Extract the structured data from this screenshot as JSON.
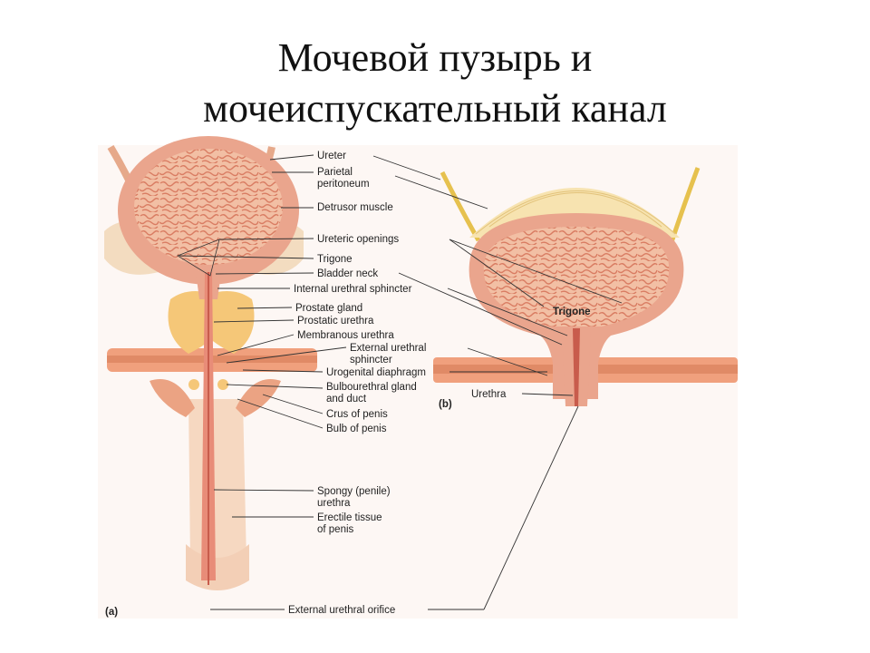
{
  "title": {
    "line1": "Мочевой пузырь и",
    "line2": "мочеиспускательный канал"
  },
  "figure": {
    "panel_a": "(a)",
    "panel_b": "(b)",
    "labels": {
      "ureter": "Ureter",
      "parietal1": "Parietal",
      "parietal2": "peritoneum",
      "detrusor": "Detrusor muscle",
      "ureteric_openings": "Ureteric openings",
      "trigone": "Trigone",
      "bladder_neck": "Bladder neck",
      "internal_sphincter": "Internal urethral sphincter",
      "prostate_gland": "Prostate gland",
      "prostatic_urethra": "Prostatic urethra",
      "membranous_urethra": "Membranous urethra",
      "external_sphincter1": "External urethral",
      "external_sphincter2": "sphincter",
      "urogenital_diaphragm": "Urogenital diaphragm",
      "bulbourethral1": "Bulbourethral gland",
      "bulbourethral2": "and duct",
      "crus": "Crus of penis",
      "bulb": "Bulb of penis",
      "spongy1": "Spongy (penile)",
      "spongy2": "urethra",
      "erectile1": "Erectile tissue",
      "erectile2": "of penis",
      "external_orifice": "External urethral orifice",
      "trigone_b": "Trigone",
      "urethra_b": "Urethra"
    }
  }
}
